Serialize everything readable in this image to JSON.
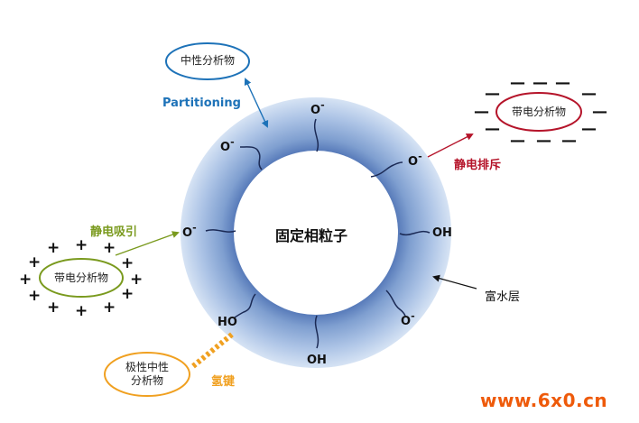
{
  "center_label": "固定相粒子",
  "neutral_analyte": "中性分析物",
  "partitioning": "Partitioning",
  "charged_analyte_right": "带电分析物",
  "charged_analyte_left": "带电分析物",
  "electrostatic_repulsion": "静电排斥",
  "electrostatic_attraction": "静电吸引",
  "water_rich_layer": "富水层",
  "polar_neutral_analyte": "极性中性\n分析物",
  "hydrogen_bond": "氢键",
  "watermark": "www.6x0.cn",
  "surface_groups": {
    "o_minus": "O",
    "minus": "-",
    "oh": "OH",
    "ho": "HO"
  },
  "charges": {
    "plus": "+",
    "minus": "—"
  },
  "colors": {
    "ring_outer": "#b9cde8",
    "ring_inner": "#5a7fbf",
    "neutral": "#1d72b8",
    "repulsion": "#b5142a",
    "attraction": "#7a9a1e",
    "hbond": "#f0a020",
    "watermark": "#ee5a0a"
  }
}
